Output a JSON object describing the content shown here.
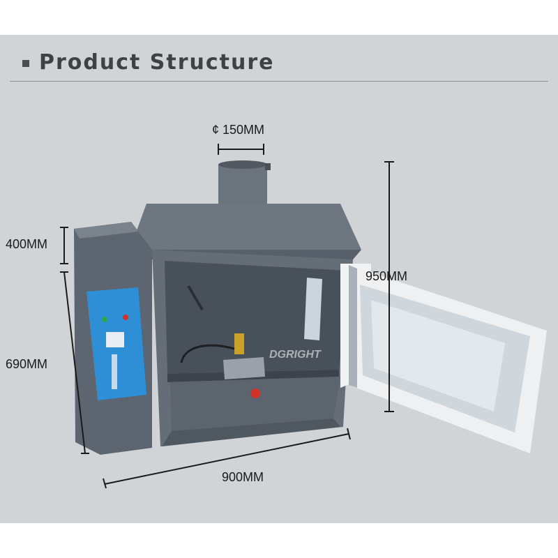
{
  "header": {
    "title": "Product Structure"
  },
  "dimensions": {
    "chimney_diameter": "¢ 150MM",
    "hood_height": "400MM",
    "cabinet_height": "690MM",
    "width": "900MM",
    "total_height": "950MM"
  },
  "watermark": "DGRIGHT",
  "colors": {
    "cabinet": "#5d6570",
    "panel_blue": "#2f8fd6",
    "knob_red": "#d0322a",
    "indicator_green": "#2ea44f"
  }
}
